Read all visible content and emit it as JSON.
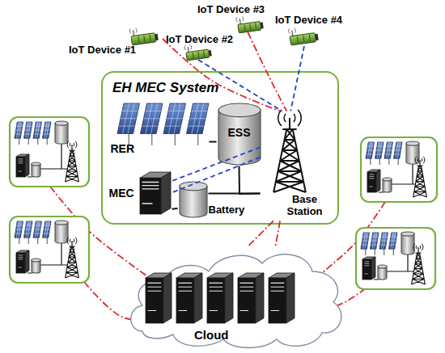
{
  "diagram": {
    "nodes": [
      {
        "text": [
          "IoT Device #1"
        ]
      },
      {
        "text": [
          "IoT Device #2"
        ]
      },
      {
        "text": [
          "IoT Device #3"
        ]
      },
      {
        "text": [
          "IoT Device #4"
        ]
      },
      {
        "text": [
          "EH MEC System"
        ]
      },
      {
        "text": [
          "RER"
        ],
        "in": 4
      },
      {
        "text": [
          "ESS"
        ],
        "in": 4
      },
      {
        "text": [
          "MEC"
        ],
        "in": 4
      },
      {
        "text": [
          "Battery"
        ],
        "in": 4
      },
      {
        "text": [
          "Base Station"
        ],
        "in": 4
      },
      {
        "text": [
          "Cloud"
        ]
      }
    ],
    "edges": [
      {
        "from": 0,
        "to": 9,
        "arrow": "none"
      },
      {
        "from": 1,
        "to": 9,
        "arrow": "none"
      },
      {
        "from": 2,
        "to": 9,
        "arrow": "none"
      },
      {
        "from": 3,
        "to": 9,
        "arrow": "none"
      },
      {
        "from": 9,
        "to": 7,
        "arrow": "none"
      },
      {
        "from": 9,
        "to": 7,
        "arrow": "none"
      },
      {
        "from": 9,
        "to": 10,
        "arrow": "none"
      },
      {
        "from": 9,
        "to": 10,
        "arrow": "none"
      },
      {
        "from": 5,
        "to": 6,
        "arrow": "none"
      },
      {
        "from": 6,
        "to": 9,
        "arrow": "none"
      },
      {
        "from": 8,
        "to": 9,
        "arrow": "none"
      },
      {
        "from": 7,
        "to": 8,
        "arrow": "none"
      }
    ]
  }
}
